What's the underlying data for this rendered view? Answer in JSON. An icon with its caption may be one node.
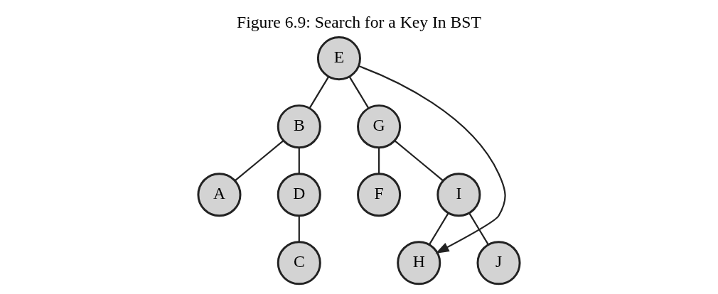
{
  "diagram": {
    "title": "Figure 6.9: Search for a Key In BST",
    "nodes": [
      {
        "text": [
          "E"
        ]
      },
      {
        "text": [
          "B"
        ]
      },
      {
        "text": [
          "G"
        ]
      },
      {
        "text": [
          "F"
        ]
      },
      {
        "text": [
          "I"
        ]
      },
      {
        "text": [
          "A"
        ]
      },
      {
        "text": [
          "D"
        ]
      },
      {
        "text": [
          "H"
        ]
      },
      {
        "text": [
          "J"
        ]
      },
      {
        "text": [
          "C"
        ]
      }
    ],
    "edges": [
      {
        "from": 0,
        "to": 1,
        "arrow": "none"
      },
      {
        "from": 0,
        "to": 2,
        "arrow": "none"
      },
      {
        "from": 1,
        "to": 5,
        "arrow": "none"
      },
      {
        "from": 1,
        "to": 6,
        "arrow": "none"
      },
      {
        "from": 2,
        "to": 3,
        "arrow": "none"
      },
      {
        "from": 2,
        "to": 4,
        "arrow": "none"
      },
      {
        "from": 6,
        "to": 9,
        "arrow": "none"
      },
      {
        "from": 4,
        "to": 7,
        "arrow": "none"
      },
      {
        "from": 4,
        "to": 8,
        "arrow": "none"
      },
      {
        "from": 0,
        "to": 7,
        "arrow": "to"
      }
    ]
  }
}
